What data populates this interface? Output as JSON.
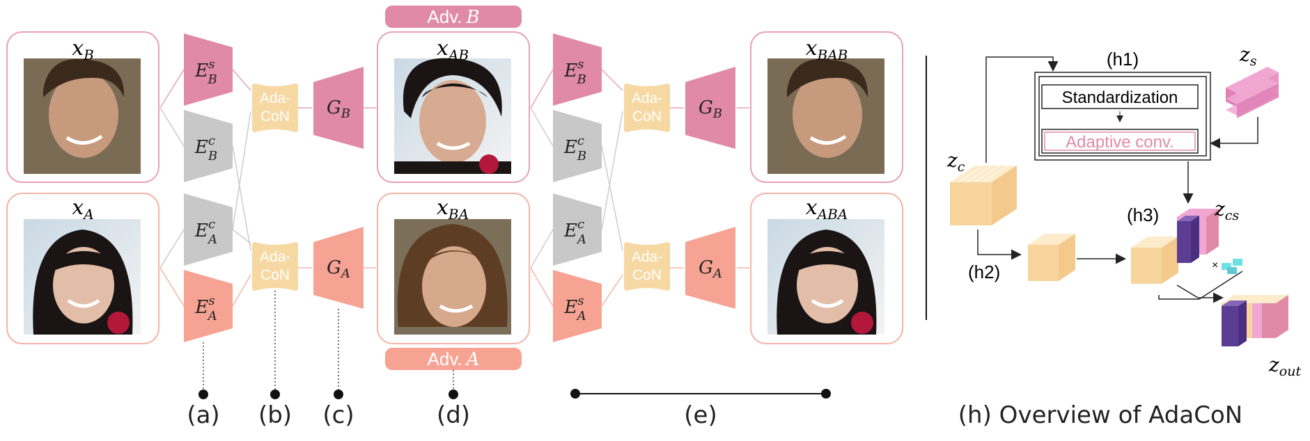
{
  "colors": {
    "pinkDark": "#e08aa7",
    "pinkBorder": "#e7a1b8",
    "salmon": "#f7a394",
    "salmonBorder": "#f6b3a8",
    "gray": "#c8c8c8",
    "adaconFill": "#f6d8a2",
    "adaconText": "#ffffff",
    "purple": "#5b3d93",
    "cubeTop": "#fdeccb",
    "cubeFront": "#f6d49c",
    "cyan": "#6fe0e4"
  },
  "panelB_top": {
    "xB": "B",
    "xAB": "AB",
    "xBAB": "BAB"
  },
  "images": {
    "x_B": "face-man-curly-hair",
    "x_AB": "face-man-black-hair",
    "x_BAB": "face-man-curly-hair",
    "x_A": "face-woman-black-hair",
    "x_BA": "face-woman-brown-hair",
    "x_ABA": "face-woman-black-hair"
  },
  "labels": {
    "x_main": "x",
    "sub_B": "B",
    "sub_AB": "AB",
    "sub_BAB": "BAB",
    "sub_A": "A",
    "sub_BA": "BA",
    "sub_ABA": "ABA",
    "E": "E",
    "G": "G",
    "s": "s",
    "c": "c",
    "adacon_line1": "Ada-",
    "adacon_line2": "CoN",
    "adv_B_prefix": "Adv.",
    "adv_B_italic": "B",
    "adv_A_prefix": "Adv.",
    "adv_A_italic": "A"
  },
  "captions": {
    "a": "(a)",
    "b": "(b)",
    "c": "(c)",
    "d": "(d)",
    "e": "(e)"
  },
  "adacon_overview": {
    "title": "(h) Overview of AdaCoN",
    "h1": "(h1)",
    "h2": "(h2)",
    "h3": "(h3)",
    "standardization": "Standardization",
    "adaptive_conv": "Adaptive conv.",
    "z": "z",
    "zs_sub": "s",
    "zc_sub": "c",
    "zcs_sub": "cs",
    "zout_sub": "out"
  }
}
